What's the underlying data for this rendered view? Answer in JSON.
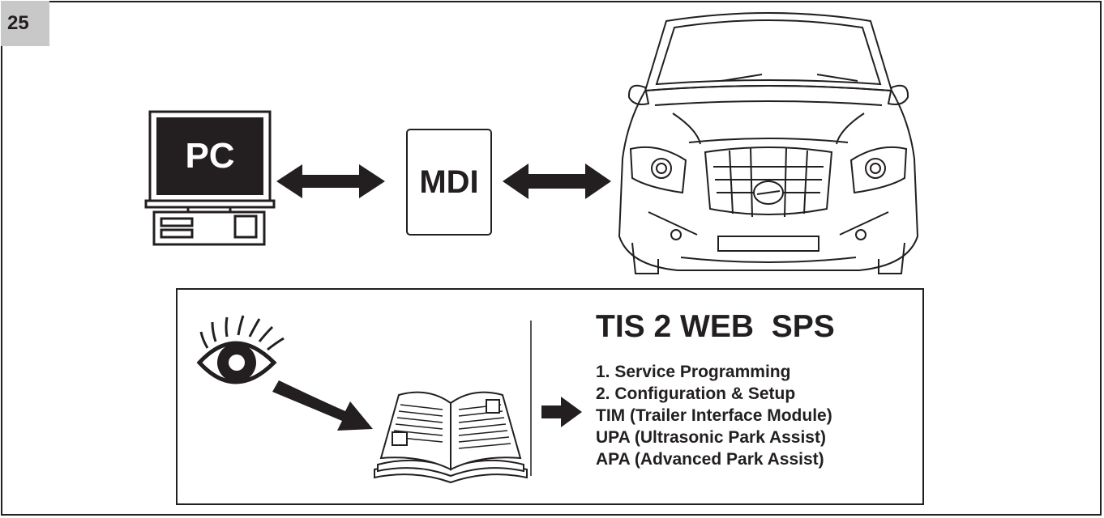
{
  "figure_number": "25",
  "devices": {
    "pc_label": "PC",
    "mdi_label": "MDI"
  },
  "panel": {
    "title": "TIS 2 WEB  SPS",
    "items": [
      "1. Service Programming",
      "2. Configuration & Setup",
      "TIM (Trailer Interface Module)",
      "UPA (Ultrasonic Park Assist)",
      "APA (Advanced Park Assist)"
    ]
  },
  "colors": {
    "ink": "#231f20",
    "tab_background": "#c8c8c8",
    "paper": "#ffffff"
  },
  "icons": [
    "pc-computer-icon",
    "mdi-interface-icon",
    "car-front-icon",
    "eye-icon",
    "open-book-icon",
    "arrow-icons"
  ]
}
